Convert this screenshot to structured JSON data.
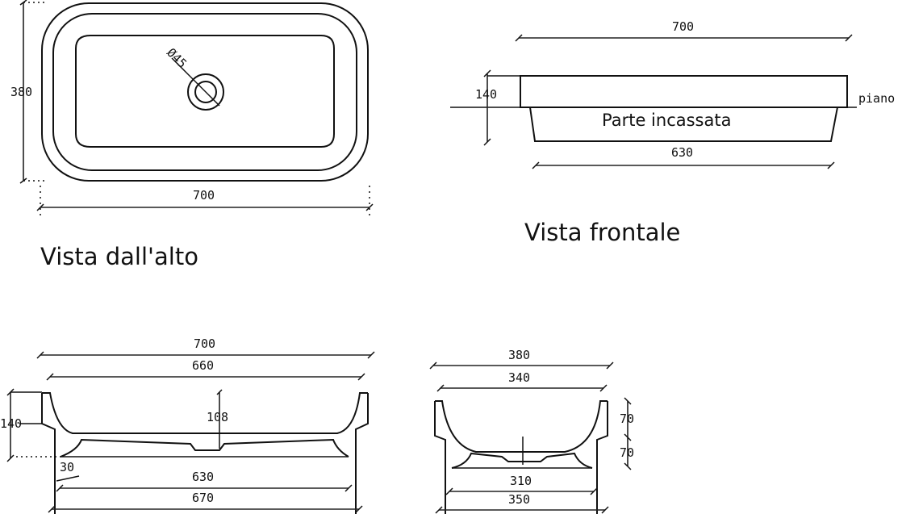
{
  "top_view": {
    "title": "Vista dall'alto",
    "width_dim": "700",
    "height_dim": "380",
    "drain_dim": "Ø45"
  },
  "front_view": {
    "title": "Vista frontale",
    "top_width_dim": "700",
    "height_dim": "140",
    "bottom_width_dim": "630",
    "recessed_label": "Parte incassata",
    "counter_label": "piano"
  },
  "section_long": {
    "outer_width_dim": "700",
    "inner_width_dim": "660",
    "height_dim": "140",
    "drain_depth_dim": "108",
    "offset_dim": "30",
    "base_width_dim": "630",
    "foot_width_dim": "670"
  },
  "section_short": {
    "outer_width_dim": "380",
    "inner_width_dim": "340",
    "upper_height_dim": "70",
    "lower_height_dim": "70",
    "base_width_dim": "310",
    "foot_width_dim": "350"
  }
}
